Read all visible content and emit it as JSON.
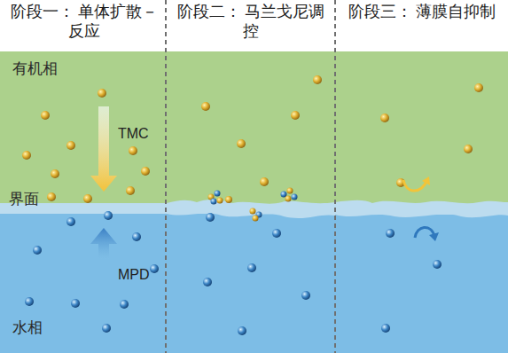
{
  "diagram": {
    "labels": [
      "阶段一： 单体扩散－反应",
      "阶段二： 马兰戈尼调控",
      "阶段三： 薄膜自抑制",
      "有机相",
      "界面",
      "水相",
      "TMC",
      "MPD"
    ]
  }
}
